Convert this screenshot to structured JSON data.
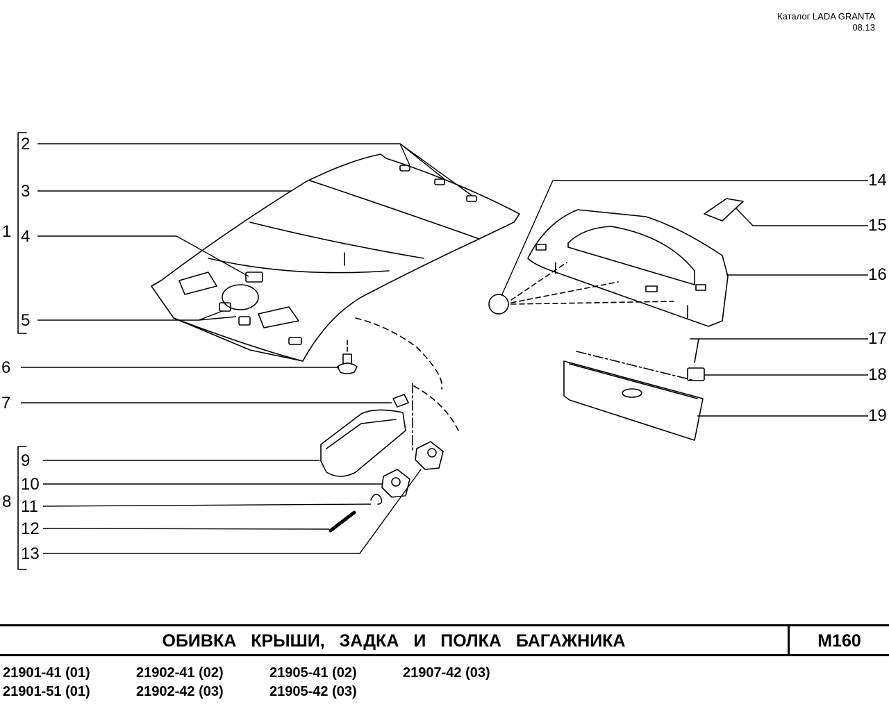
{
  "header": {
    "catalog": "Каталог  LADA  GRANTA",
    "date": "08.13"
  },
  "callouts_left": [
    "2",
    "3",
    "4",
    "5",
    "6",
    "7",
    "9",
    "10",
    "11",
    "12",
    "13"
  ],
  "groups": [
    "1",
    "8"
  ],
  "callouts_right": [
    "14",
    "15",
    "16",
    "17",
    "18",
    "19"
  ],
  "title": "ОБИВКА   КРЫШИ,   ЗАДКА   И   ПОЛКА   БАГАЖНИКА",
  "page_code": "М160",
  "models": [
    [
      "21901-41 (01)",
      "21902-41 (02)",
      "21905-41 (02)",
      "21907-42 (03)"
    ],
    [
      "21901-51 (01)",
      "21902-42 (03)",
      "21905-42 (03)"
    ]
  ]
}
